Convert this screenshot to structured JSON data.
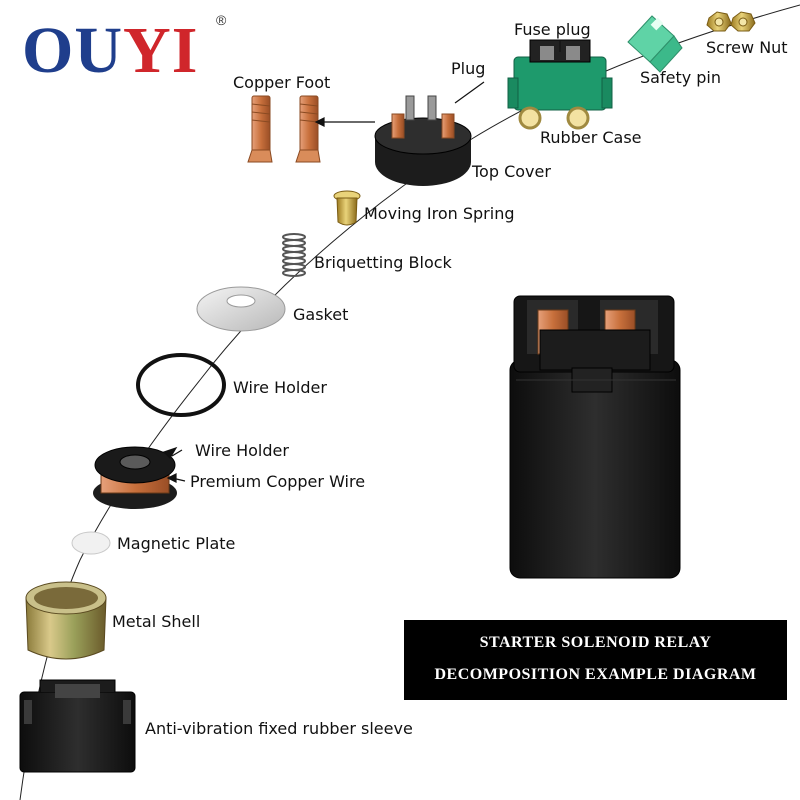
{
  "brand": {
    "letters": [
      "O",
      "U",
      "Y",
      "I"
    ],
    "registered_mark": "®"
  },
  "colors": {
    "brand_blue": "#1f3e8c",
    "brand_red": "#d0262b",
    "copper": "#c8703c",
    "black_part": "#1c1c1c",
    "rubber_green": "#1e9a6c",
    "brass": "#c9a542",
    "banner_bg": "#000000"
  },
  "labels": {
    "fuse_plug": "Fuse plug",
    "screw_nut": "Screw Nut",
    "plug": "Plug",
    "safety_pin": "Safety pin",
    "copper_foot": "Copper Foot",
    "rubber_case": "Rubber Case",
    "top_cover": "Top Cover",
    "moving_iron_spring": "Moving Iron Spring",
    "briquetting_block": "Briquetting Block",
    "gasket": "Gasket",
    "wire_holder_1": "Wire Holder",
    "wire_holder_2": "Wire Holder",
    "premium_copper_wire": "Premium Copper Wire",
    "magnetic_plate": "Magnetic Plate",
    "metal_shell": "Metal Shell",
    "rubber_sleeve": "Anti-vibration fixed rubber sleeve"
  },
  "banner": {
    "line1": "STARTER SOLENOID RELAY",
    "line2": "DECOMPOSITION EXAMPLE DIAGRAM"
  }
}
